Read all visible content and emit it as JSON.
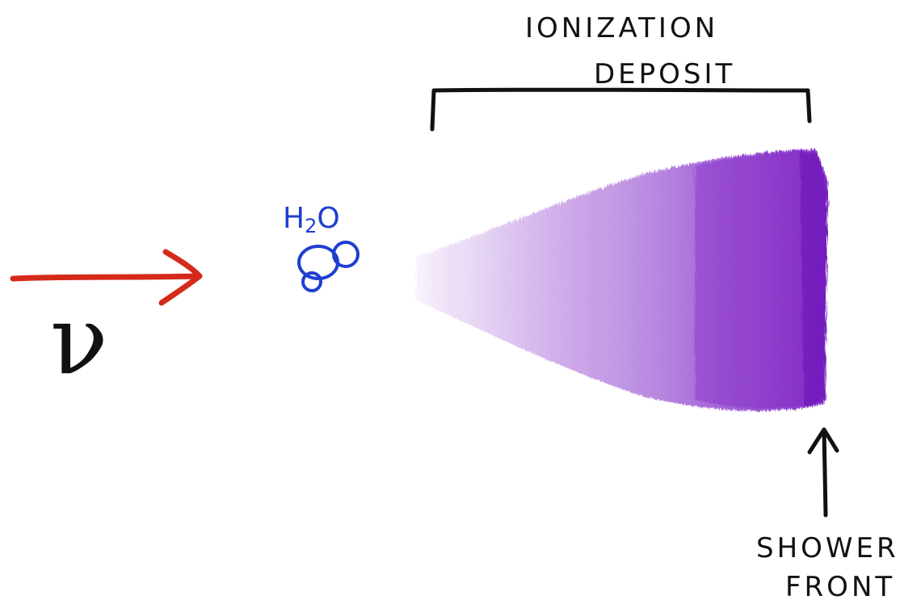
{
  "labels": {
    "ionization_line1": "IONIZATION",
    "ionization_line2": "DEPOSIT",
    "shower_line1": "SHOWER",
    "shower_line2": "FRONT",
    "neutrino_symbol": "ν",
    "water_H": "H",
    "water_sub": "2",
    "water_O": "O"
  },
  "colors": {
    "arrow": "#d52a1a",
    "ink": "#111111",
    "water": "#1f3fd0",
    "deposit": "#7a1fc4"
  },
  "icons": {
    "beam_arrow": "right-arrow-icon",
    "water_molecule": "molecule-icon",
    "front_marker": "up-arrow-icon",
    "region_bracket": "bracket-icon"
  }
}
